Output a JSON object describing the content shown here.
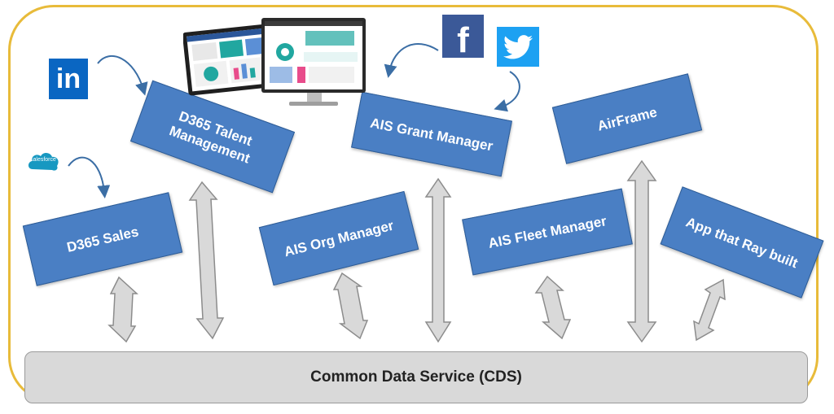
{
  "apps": {
    "talent": "D365 Talent\nManagement",
    "grant": "AIS Grant Manager",
    "airframe": "AirFrame",
    "sales": "D365 Sales",
    "org": "AIS Org Manager",
    "fleet": "AIS Fleet Manager",
    "ray": "App that Ray built"
  },
  "cds": {
    "label": "Common Data Service (CDS)"
  },
  "logos": {
    "linkedin": "in",
    "facebook": "f",
    "salesforce": "salesforce"
  },
  "colors": {
    "frame": "#e8bb3a",
    "box": "#4a7fc4",
    "cds": "#d9d9d9",
    "linkedin": "#0a66c2",
    "facebook": "#3b5998",
    "twitter": "#1da1f2",
    "salesforce": "#1798c1"
  }
}
